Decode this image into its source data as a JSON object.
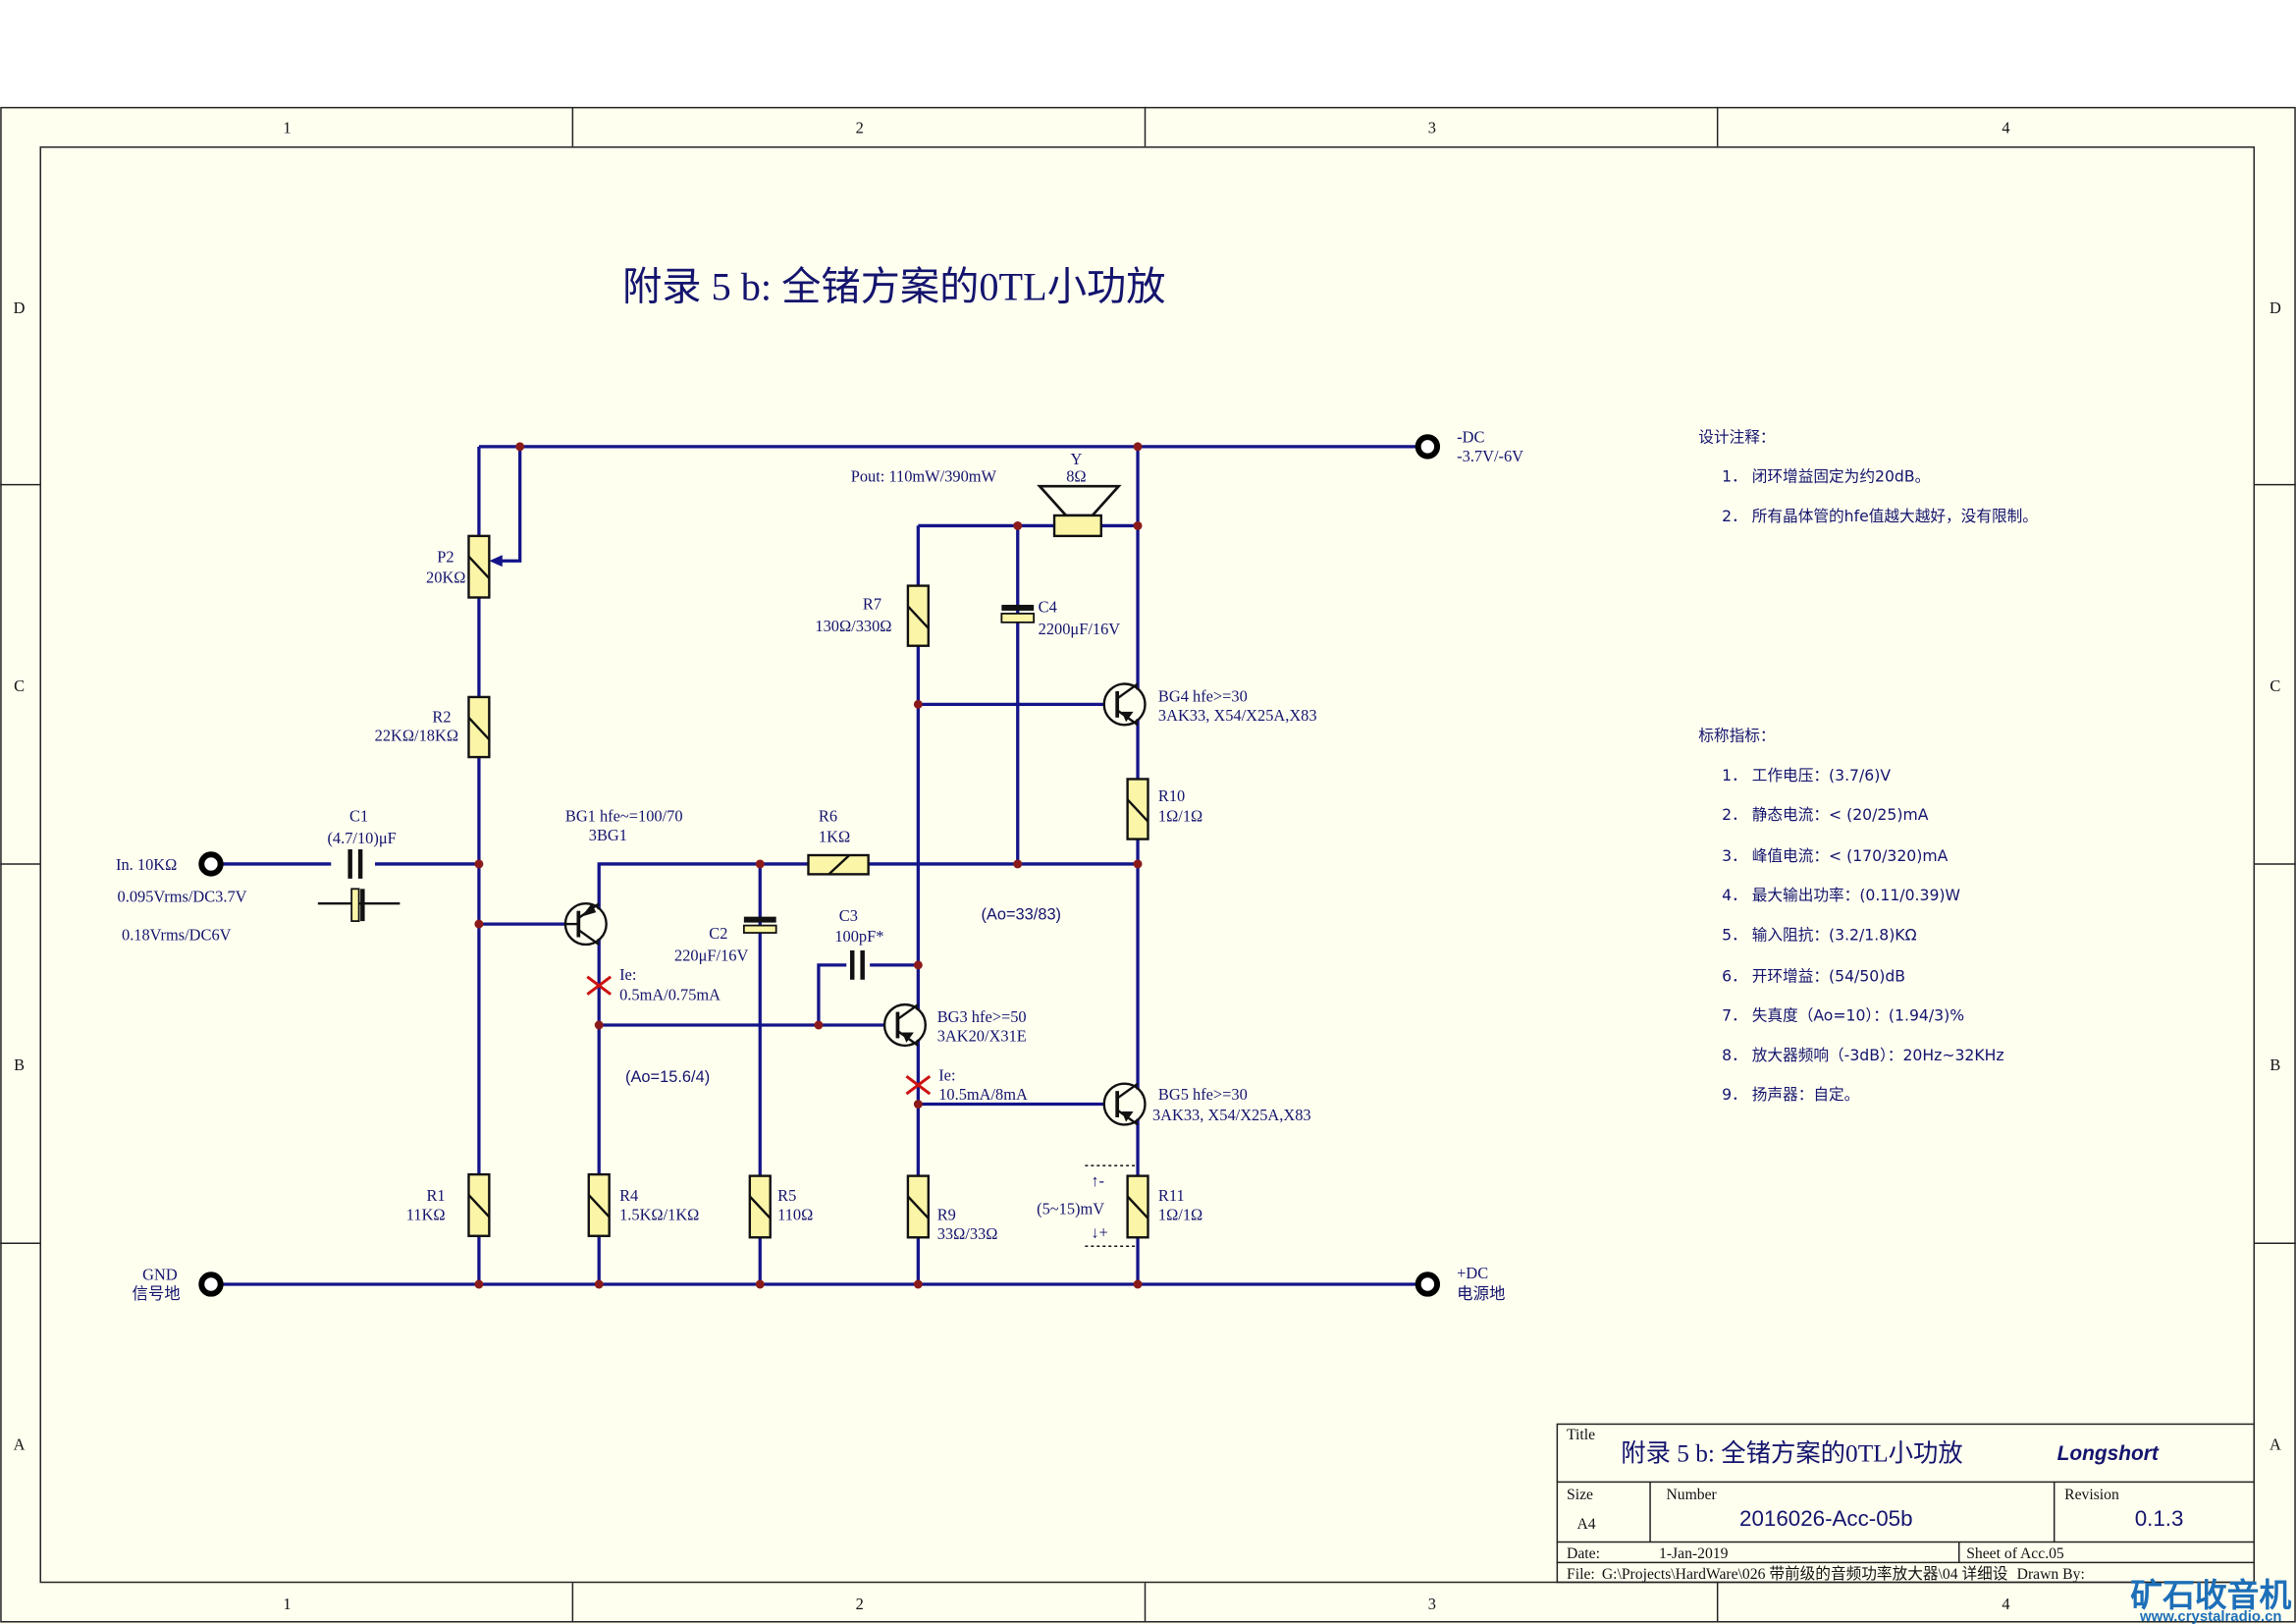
{
  "title": "附录 5 b: 全锗方案的0TL小功放",
  "grid": {
    "cols": [
      "1",
      "2",
      "3",
      "4"
    ],
    "rows": [
      "D",
      "C",
      "B",
      "A"
    ]
  },
  "terminals": {
    "neg_dc": {
      "name": "-DC",
      "value": "-3.7V/-6V"
    },
    "pos_dc": {
      "name": "+DC",
      "value": "电源地"
    },
    "gnd": {
      "name": "GND",
      "value": "信号地"
    },
    "input": {
      "name": "In. 10KΩ",
      "line1": "0.095Vrms/DC3.7V",
      "line2": "0.18Vrms/DC6V"
    }
  },
  "components": {
    "P2": {
      "ref": "P2",
      "value": "20KΩ"
    },
    "R2": {
      "ref": "R2",
      "value": "22KΩ/18KΩ"
    },
    "R1": {
      "ref": "R1",
      "value": "11KΩ"
    },
    "C1": {
      "ref": "C1",
      "value": "(4.7/10)μF"
    },
    "BG1": {
      "ref": "BG1 hfe~=100/70",
      "value": "3BG1"
    },
    "R4": {
      "ref": "R4",
      "value": "1.5KΩ/1KΩ"
    },
    "C2": {
      "ref": "C2",
      "value": "220μF/16V"
    },
    "R5": {
      "ref": "R5",
      "value": "110Ω"
    },
    "R6": {
      "ref": "R6",
      "value": "1KΩ"
    },
    "C3": {
      "ref": "C3",
      "value": "100pF*"
    },
    "BG3": {
      "ref": "BG3 hfe>=50",
      "value": "3AK20/X31E"
    },
    "R9": {
      "ref": "R9",
      "value": "33Ω/33Ω"
    },
    "R7": {
      "ref": "R7",
      "value": "130Ω/330Ω"
    },
    "C4": {
      "ref": "C4",
      "value": "2200μF/16V"
    },
    "Y": {
      "ref": "Y",
      "value": "8Ω"
    },
    "BG4": {
      "ref": "BG4 hfe>=30",
      "value": "3AK33, X54/X25A,X83"
    },
    "R10": {
      "ref": "R10",
      "value": "1Ω/1Ω"
    },
    "BG5": {
      "ref": "BG5 hfe>=30",
      "value": "3AK33, X54/X25A,X83"
    },
    "R11": {
      "ref": "R11",
      "value": "1Ω/1Ω"
    }
  },
  "annotations": {
    "pout": "Pout: 110mW/390mW",
    "ie1_label": "Ie:",
    "ie1_value": "0.5mA/0.75mA",
    "ie3_label": "Ie:",
    "ie3_value": "10.5mA/8mA",
    "ao1": "(Ao=15.6/4)",
    "ao2": "(Ao=33/83)",
    "mv": "(5~15)mV",
    "mv_top": "↑-",
    "mv_bottom": "↓+"
  },
  "notes": {
    "design_heading": "设计注释：",
    "design": [
      "1． 闭环增益固定为约20dB。",
      "2． 所有晶体管的hfe值越大越好，没有限制。"
    ],
    "spec_heading": "标称指标：",
    "specs": [
      "1． 工作电压：(3.7/6)V",
      "2． 静态电流：< (20/25)mA",
      "3． 峰值电流：< (170/320)mA",
      "4． 最大输出功率：(0.11/0.39)W",
      "5． 输入阻抗：(3.2/1.8)KΩ",
      "6． 开环增益：(54/50)dB",
      "7． 失真度（Ao=10）：(1.94/3)%",
      "8． 放大器频响（-3dB）：20Hz~32KHz",
      "9． 扬声器：自定。"
    ]
  },
  "title_block": {
    "title_label": "Title",
    "title": "附录 5 b: 全锗方案的0TL小功放",
    "author": "Longshort",
    "size_label": "Size",
    "size": "A4",
    "number_label": "Number",
    "number": "2016026-Acc-05b",
    "revision_label": "Revision",
    "revision": "0.1.3",
    "date_label": "Date:",
    "date": "1-Jan-2019",
    "sheet": "Sheet   of  Acc.05",
    "file_label": "File:",
    "file": "G:\\Projects\\HardWare\\026 带前级的音频功率放大器\\04 详细设",
    "drawn_by": "Drawn By:"
  },
  "watermark": {
    "text": "矿石收音机",
    "url": "www.crystalradio.cn"
  },
  "colors": {
    "wire": "#14148a",
    "background": "#fffff0",
    "junction": "#8b1a1a",
    "resistor": "#fbf5a8",
    "marker": "#cc1111"
  }
}
